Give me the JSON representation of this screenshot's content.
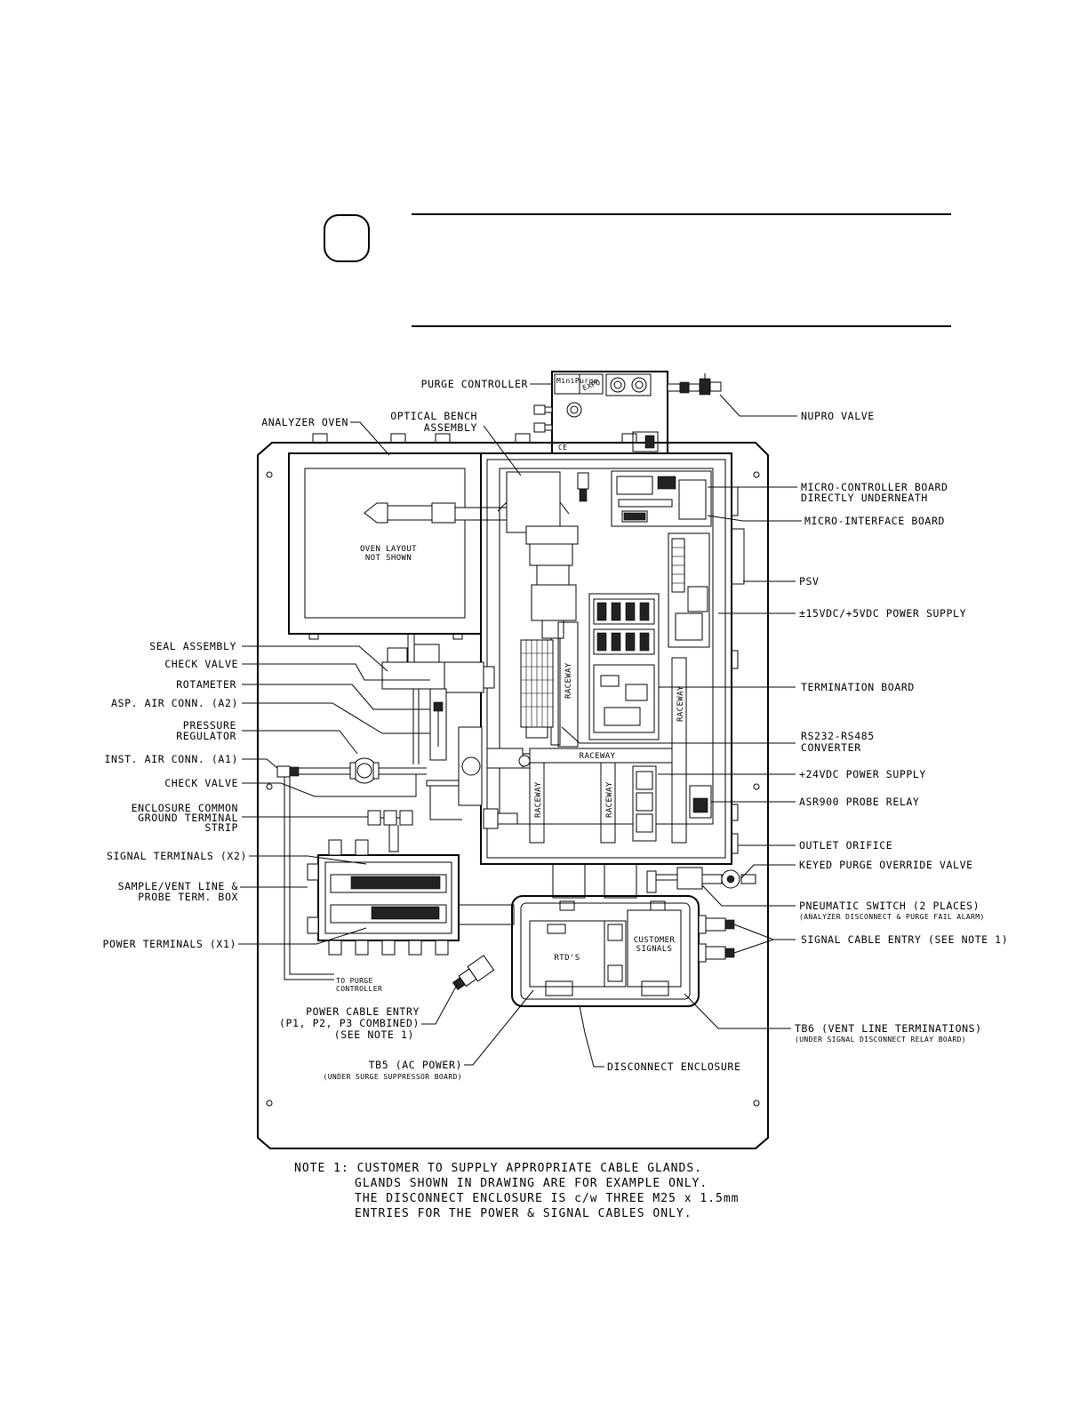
{
  "callouts_left": [
    {
      "id": "purge-controller",
      "lines": [
        "PURGE CONTROLLER"
      ]
    },
    {
      "id": "analyzer-oven",
      "lines": [
        "ANALYZER OVEN"
      ]
    },
    {
      "id": "optical-bench",
      "lines": [
        "OPTICAL BENCH",
        "ASSEMBLY"
      ]
    },
    {
      "id": "seal-assembly",
      "lines": [
        "SEAL ASSEMBLY"
      ]
    },
    {
      "id": "check-valve-1",
      "lines": [
        "CHECK VALVE"
      ]
    },
    {
      "id": "rotameter",
      "lines": [
        "ROTAMETER"
      ]
    },
    {
      "id": "asp-air-conn",
      "lines": [
        "ASP. AIR CONN. (A2)"
      ]
    },
    {
      "id": "pressure-regulator",
      "lines": [
        "PRESSURE",
        "REGULATOR"
      ]
    },
    {
      "id": "inst-air-conn",
      "lines": [
        "INST. AIR CONN. (A1)"
      ]
    },
    {
      "id": "check-valve-2",
      "lines": [
        "CHECK VALVE"
      ]
    },
    {
      "id": "enclosure-ground",
      "lines": [
        "ENCLOSURE COMMON",
        "GROUND TERMINAL",
        "STRIP"
      ]
    },
    {
      "id": "signal-terminals",
      "lines": [
        "SIGNAL TERMINALS (X2)"
      ]
    },
    {
      "id": "sample-vent",
      "lines": [
        "SAMPLE/VENT LINE &",
        "PROBE TERM. BOX"
      ]
    },
    {
      "id": "power-terminals",
      "lines": [
        "POWER TERMINALS (X1)"
      ]
    },
    {
      "id": "power-cable-entry",
      "lines": [
        "POWER CABLE ENTRY",
        "(P1, P2, P3 COMBINED)",
        "(SEE NOTE 1)"
      ]
    },
    {
      "id": "tb5",
      "lines": [
        "TB5 (AC POWER)"
      ],
      "sub": "(UNDER SURGE SUPPRESSOR BOARD)"
    }
  ],
  "callouts_right": [
    {
      "id": "nupro-valve",
      "lines": [
        "NUPRO VALVE"
      ]
    },
    {
      "id": "micro-controller",
      "lines": [
        "MICRO-CONTROLLER BOARD",
        "DIRECTLY UNDERNEATH"
      ]
    },
    {
      "id": "micro-interface",
      "lines": [
        "MICRO-INTERFACE BOARD"
      ]
    },
    {
      "id": "psv",
      "lines": [
        "PSV"
      ]
    },
    {
      "id": "power-supply-15",
      "lines": [
        "±15VDC/+5VDC POWER SUPPLY"
      ]
    },
    {
      "id": "termination-board",
      "lines": [
        "TERMINATION BOARD"
      ]
    },
    {
      "id": "rs232",
      "lines": [
        "RS232-RS485",
        "CONVERTER"
      ]
    },
    {
      "id": "power-supply-24",
      "lines": [
        "+24VDC POWER SUPPLY"
      ]
    },
    {
      "id": "asr900",
      "lines": [
        "ASR900 PROBE RELAY"
      ]
    },
    {
      "id": "outlet-orifice",
      "lines": [
        "OUTLET ORIFICE"
      ]
    },
    {
      "id": "keyed-purge",
      "lines": [
        "KEYED PURGE OVERRIDE VALVE"
      ]
    },
    {
      "id": "pneumatic-switch",
      "lines": [
        "PNEUMATIC SWITCH (2 PLACES)"
      ],
      "sub": "(ANALYZER DISCONNECT & PURGE FAIL ALARM)"
    },
    {
      "id": "signal-cable-entry",
      "lines": [
        "SIGNAL CABLE ENTRY (SEE NOTE 1)"
      ]
    },
    {
      "id": "tb6",
      "lines": [
        "TB6 (VENT LINE TERMINATIONS)"
      ],
      "sub": "(UNDER SIGNAL DISCONNECT RELAY BOARD)"
    },
    {
      "id": "disconnect-enclosure",
      "lines": [
        "DISCONNECT ENCLOSURE"
      ]
    }
  ],
  "inner_labels": {
    "oven_layout": [
      "OVEN LAYOUT",
      "NOT SHOWN"
    ],
    "to_purge": [
      "TO PURGE",
      "CONTROLLER"
    ],
    "rtds": "RTD'S",
    "customer_signals": [
      "CUSTOMER",
      "SIGNALS"
    ],
    "raceway": "RACEWAY",
    "minipurge": "MiniPurge",
    "expo": "EXPO"
  },
  "note": {
    "lines": [
      "NOTE 1:  CUSTOMER TO SUPPLY APPROPRIATE CABLE GLANDS.",
      "GLANDS SHOWN IN DRAWING ARE FOR EXAMPLE ONLY.",
      "THE DISCONNECT ENCLOSURE IS c/w THREE M25 x 1.5mm",
      "ENTRIES FOR THE POWER & SIGNAL CABLES ONLY."
    ]
  }
}
